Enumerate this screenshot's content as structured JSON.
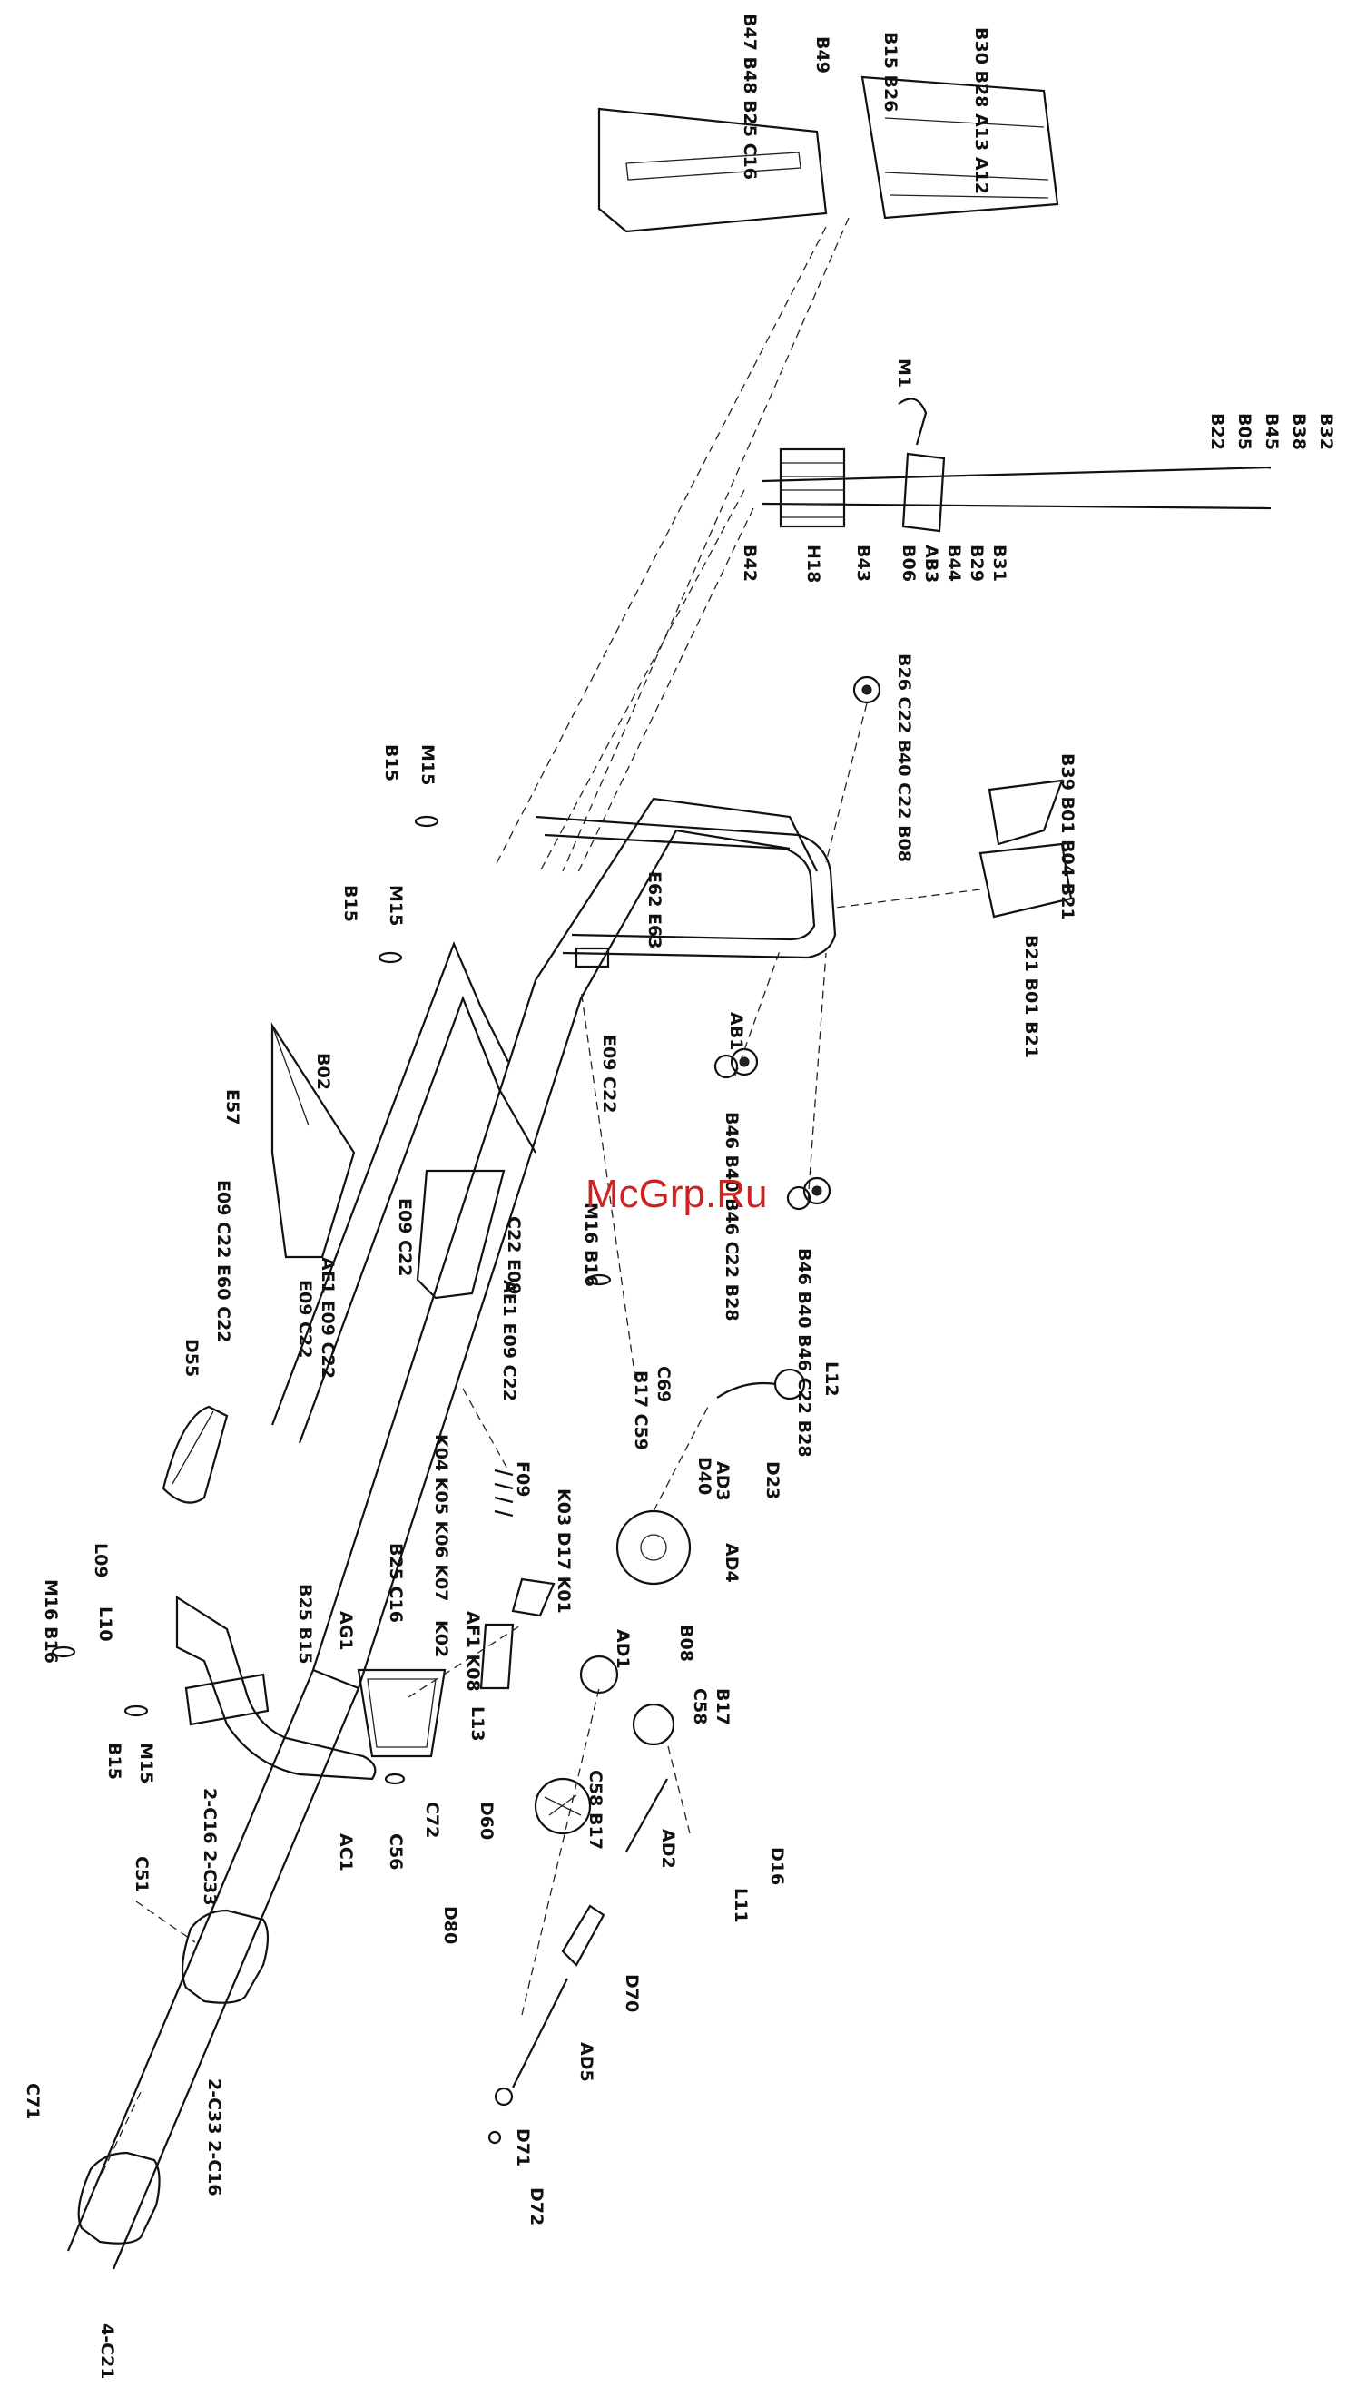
{
  "watermark": "McGrp.Ru",
  "labels": [
    {
      "id": "b49",
      "text": "B49"
    },
    {
      "id": "b15-b26",
      "text": "B15 B26"
    },
    {
      "id": "b47-stack",
      "text": "B47 B48 B25 C16"
    },
    {
      "id": "b30-stack",
      "text": "B30 B28 A13 A12"
    },
    {
      "id": "m1",
      "text": "M1"
    },
    {
      "id": "b22",
      "text": "B22"
    },
    {
      "id": "b05",
      "text": "B05"
    },
    {
      "id": "b45",
      "text": "B45"
    },
    {
      "id": "b38",
      "text": "B38"
    },
    {
      "id": "b32",
      "text": "B32"
    },
    {
      "id": "b42",
      "text": "B42"
    },
    {
      "id": "h18",
      "text": "H18"
    },
    {
      "id": "b43",
      "text": "B43"
    },
    {
      "id": "b06",
      "text": "B06"
    },
    {
      "id": "ab3",
      "text": "AB3"
    },
    {
      "id": "b44",
      "text": "B44"
    },
    {
      "id": "b29",
      "text": "B29"
    },
    {
      "id": "b31",
      "text": "B31"
    },
    {
      "id": "b26-stack",
      "text": "B26 C22 B40 C22 B08"
    },
    {
      "id": "b39-stack",
      "text": "B39 B01 B04 B21"
    },
    {
      "id": "b21-stack",
      "text": "B21 B01 B21"
    },
    {
      "id": "m15-top",
      "text": "M15"
    },
    {
      "id": "b15-top",
      "text": "B15"
    },
    {
      "id": "m15-mid",
      "text": "M15"
    },
    {
      "id": "b15-mid",
      "text": "B15"
    },
    {
      "id": "e62-e63",
      "text": "E62 E63"
    },
    {
      "id": "ab1",
      "text": "AB1"
    },
    {
      "id": "e09-c22",
      "text": "E09 C22"
    },
    {
      "id": "b02",
      "text": "B02"
    },
    {
      "id": "e57",
      "text": "E57"
    },
    {
      "id": "wheel1-stack",
      "text": "B46 B40 B46 C22 B28"
    },
    {
      "id": "wheel2-stack",
      "text": "B46 B40 B46 C22 B28"
    },
    {
      "id": "e09-stack-left",
      "text": "E09 C22 E60 C22"
    },
    {
      "id": "ae1-left",
      "text": "AE1 E09 C22"
    },
    {
      "id": "e09-c22-low",
      "text": "E09 C22"
    },
    {
      "id": "e09-c22-mid",
      "text": "E09 C22"
    },
    {
      "id": "c22-e09",
      "text": "C22 E09"
    },
    {
      "id": "ae1-right",
      "text": "AE1 E09 C22"
    },
    {
      "id": "m16-b16",
      "text": "M16 B16"
    },
    {
      "id": "d55",
      "text": "D55"
    },
    {
      "id": "l12",
      "text": "L12"
    },
    {
      "id": "c69",
      "text": "C69"
    },
    {
      "id": "b17-c59",
      "text": "B17 C59"
    },
    {
      "id": "ad3",
      "text": "AD3"
    },
    {
      "id": "d23",
      "text": "D23"
    },
    {
      "id": "d40",
      "text": "D40"
    },
    {
      "id": "k0-stack",
      "text": "K04 K05 K06 K07"
    },
    {
      "id": "f09",
      "text": "F09"
    },
    {
      "id": "k03-d17-k01",
      "text": "K03 D17 K01"
    },
    {
      "id": "ad4",
      "text": "AD4"
    },
    {
      "id": "l09",
      "text": "L09"
    },
    {
      "id": "l10",
      "text": "L10"
    },
    {
      "id": "m16-b16-left",
      "text": "M16 B16"
    },
    {
      "id": "b25-b15",
      "text": "B25 B15"
    },
    {
      "id": "b25-c16",
      "text": "B25 C16"
    },
    {
      "id": "ag1",
      "text": "AG1"
    },
    {
      "id": "k02",
      "text": "K02"
    },
    {
      "id": "af1-k08",
      "text": "AF1 K08"
    },
    {
      "id": "ad1",
      "text": "AD1"
    },
    {
      "id": "b08",
      "text": "B08"
    },
    {
      "id": "c58",
      "text": "C58"
    },
    {
      "id": "b17",
      "text": "B17"
    },
    {
      "id": "l13",
      "text": "L13"
    },
    {
      "id": "b15-bot",
      "text": "B15"
    },
    {
      "id": "m15-bot",
      "text": "M15"
    },
    {
      "id": "c16-c33",
      "text": "2-C16 2-C33"
    },
    {
      "id": "c72",
      "text": "C72"
    },
    {
      "id": "c56",
      "text": "C56"
    },
    {
      "id": "ac1",
      "text": "AC1"
    },
    {
      "id": "d60",
      "text": "D60"
    },
    {
      "id": "c58-b17",
      "text": "C58 B17"
    },
    {
      "id": "ad2",
      "text": "AD2"
    },
    {
      "id": "d16",
      "text": "D16"
    },
    {
      "id": "l11",
      "text": "L11"
    },
    {
      "id": "c51",
      "text": "C51"
    },
    {
      "id": "d80",
      "text": "D80"
    },
    {
      "id": "d70",
      "text": "D70"
    },
    {
      "id": "c33-c16",
      "text": "2-C33 2-C16"
    },
    {
      "id": "ad5",
      "text": "AD5"
    },
    {
      "id": "c71",
      "text": "C71"
    },
    {
      "id": "d71",
      "text": "D71"
    },
    {
      "id": "d72",
      "text": "D72"
    },
    {
      "id": "c21",
      "text": "4-C21"
    }
  ]
}
